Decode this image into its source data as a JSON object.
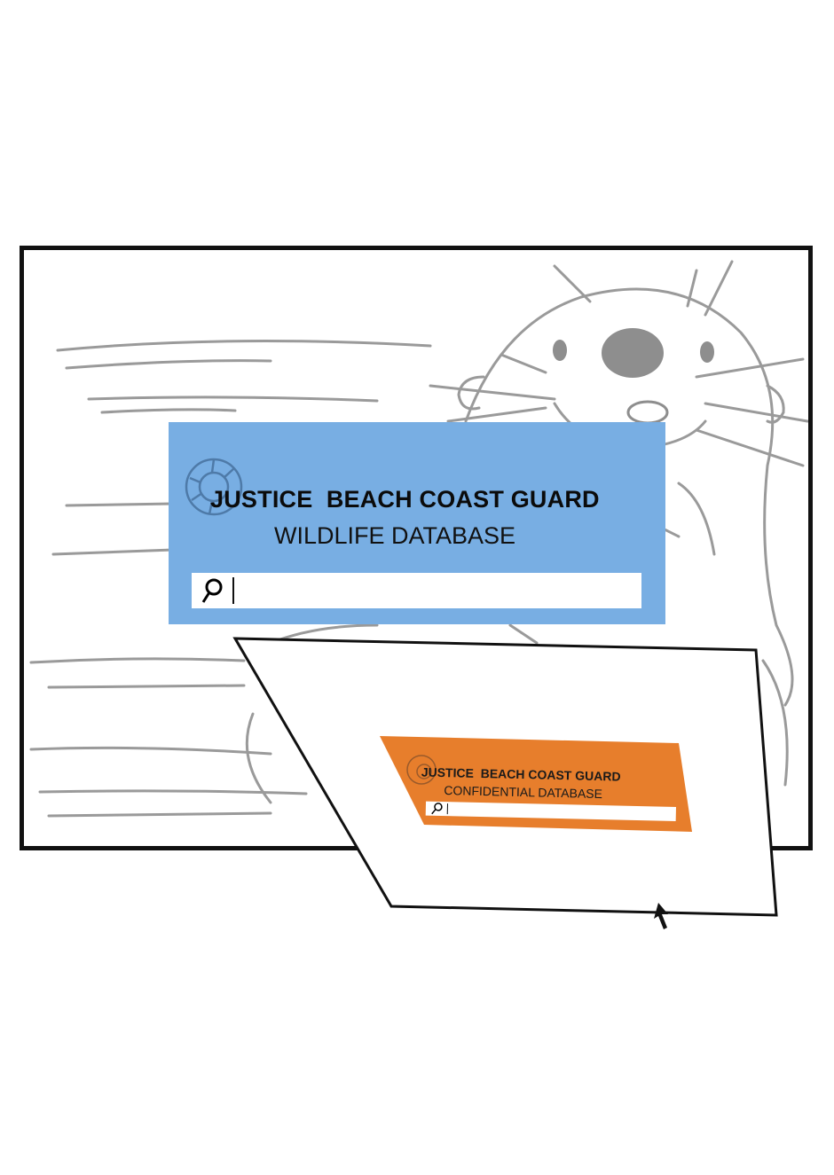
{
  "main_window": {
    "title_line1": "JUSTICE  BEACH COAST GUARD",
    "title_line2": "WILDLIFE DATABASE",
    "search": {
      "value": "",
      "icon": "search-icon"
    },
    "accent_color": "#78aee3"
  },
  "dragged_window": {
    "title_line1": "JUSTICE  BEACH COAST GUARD",
    "title_line2": "CONFIDENTIAL DATABASE",
    "search": {
      "value": "",
      "icon": "search-icon"
    },
    "accent_color": "#e77e2c"
  },
  "cursor": {
    "icon": "mouse-pointer-icon"
  }
}
